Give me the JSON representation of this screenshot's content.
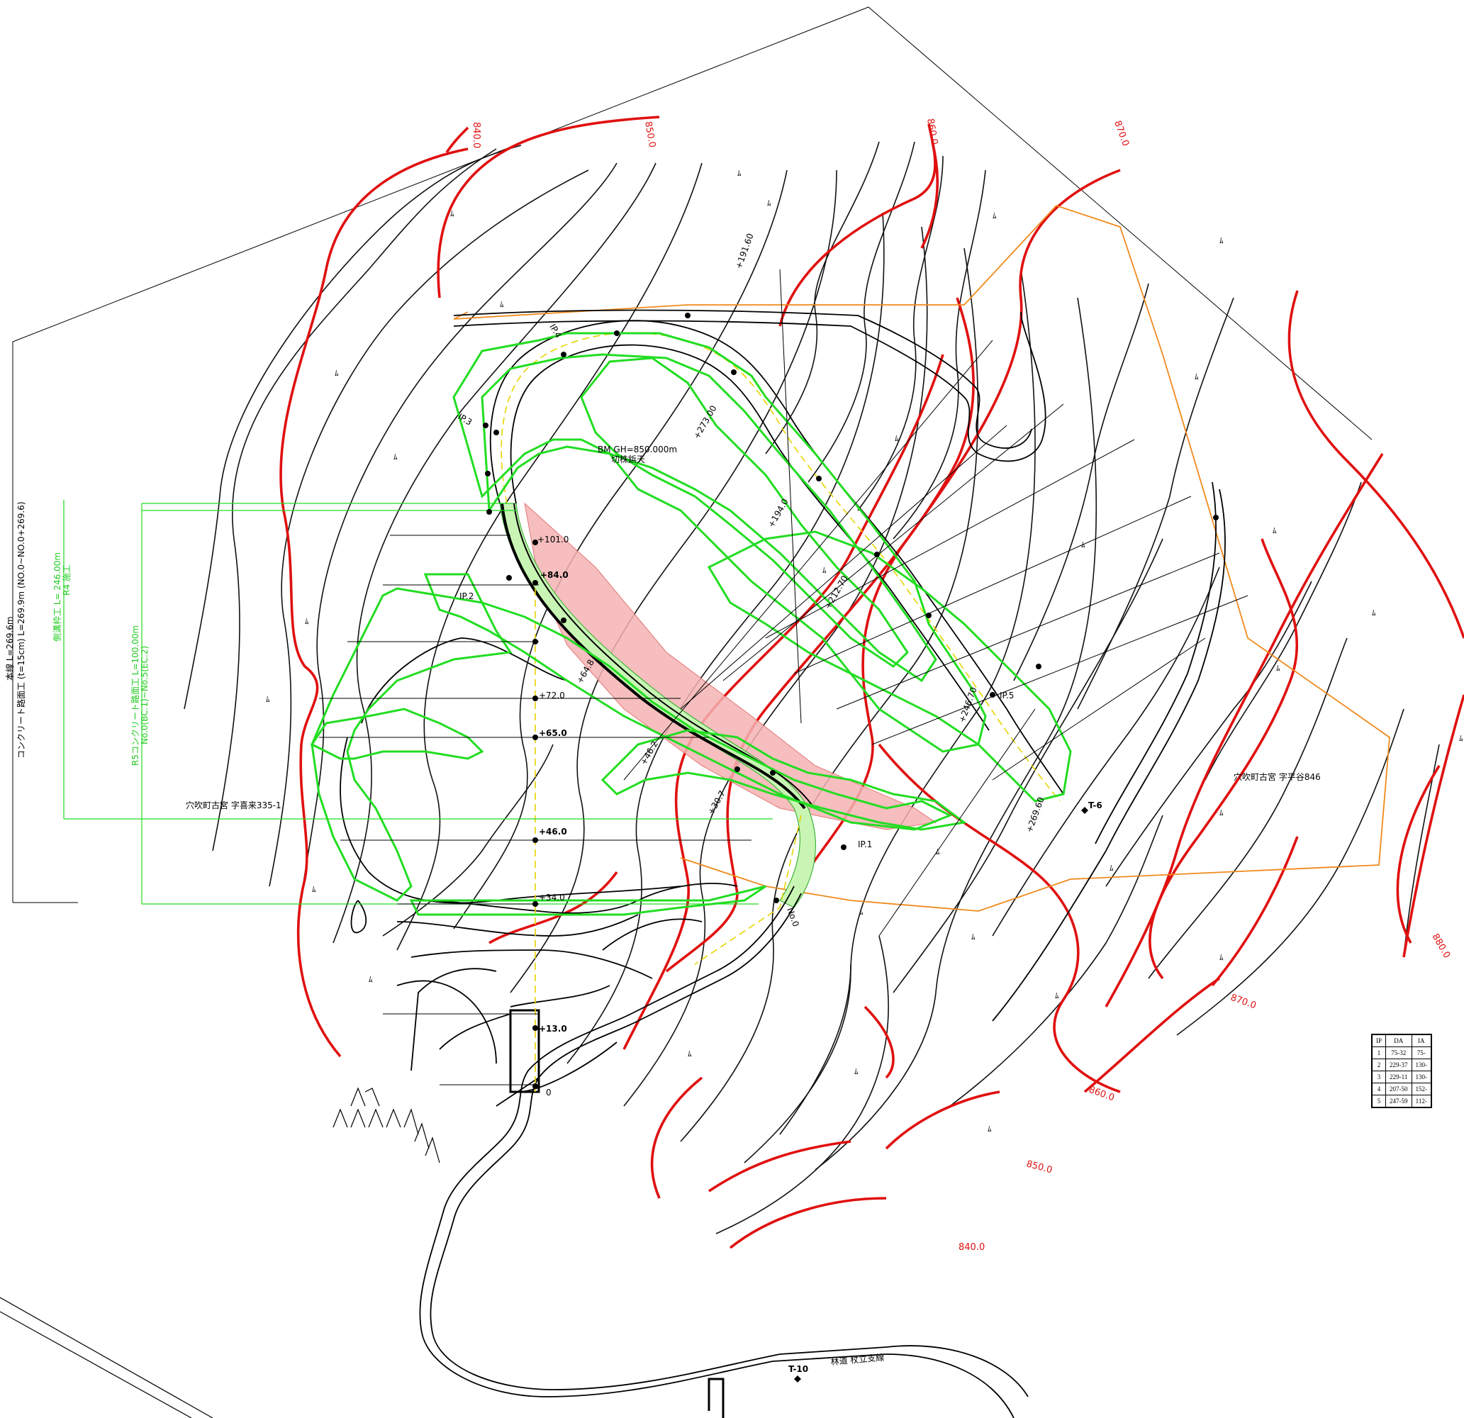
{
  "contour_labels": [
    "840.0",
    "850.0",
    "860.0",
    "870.0",
    "880.0"
  ],
  "station_labels": [
    "+101.0",
    "+84.0",
    "+72.0",
    "+65.0",
    "+46.0",
    "+34.0",
    "+13.0",
    "0"
  ],
  "alignment_labels": [
    "+194.0",
    "+212.70",
    "+273.00",
    "+191.60",
    "+246.70",
    "+269.60",
    "+64.8",
    "+46.2",
    "+30.7",
    "No.0"
  ],
  "ip_labels": [
    "IP.1",
    "IP.2",
    "IP.3",
    "IP.4",
    "IP.5"
  ],
  "benchmark": {
    "line1": "BM GH=850.000m",
    "line2": "切株鋲天"
  },
  "place_labels": {
    "left": "穴吹町古宮 字喜来335-1",
    "right": "穴吹町古宮 字平谷846",
    "forest_road": "林道 杖立支線"
  },
  "markers": {
    "t6": "T-6",
    "t10": "T-10"
  },
  "vertical_notes": {
    "main_line": "本線 L=269.6m",
    "concrete": "コンクリート路面工 (t=15cm) L=269.9m (NO.0~NO.0+269.6)",
    "guard": "側溝枠工 L= 246.00m",
    "guard_sub": "R4 施工",
    "r5": "R5コンクリート路面工 L=100.00m",
    "r5_sub": "No.0(BC.1)~No.5(EC.2)"
  },
  "ip_table": {
    "headers": [
      "IP",
      "DA",
      "IA"
    ],
    "rows": [
      [
        "1",
        "75-32",
        "75-"
      ],
      [
        "2",
        "229-37",
        "130-"
      ],
      [
        "3",
        "229-11",
        "130-"
      ],
      [
        "4",
        "207-50",
        "152-"
      ],
      [
        "5",
        "247-59",
        "112-"
      ]
    ]
  },
  "colors": {
    "contour_index": "#e01010",
    "contour": "#111111",
    "work_outline": "#22dd22",
    "boundary": "#f08a1c",
    "cut_fill": "#f5b3b3",
    "road_fill": "#c8f5b4"
  }
}
